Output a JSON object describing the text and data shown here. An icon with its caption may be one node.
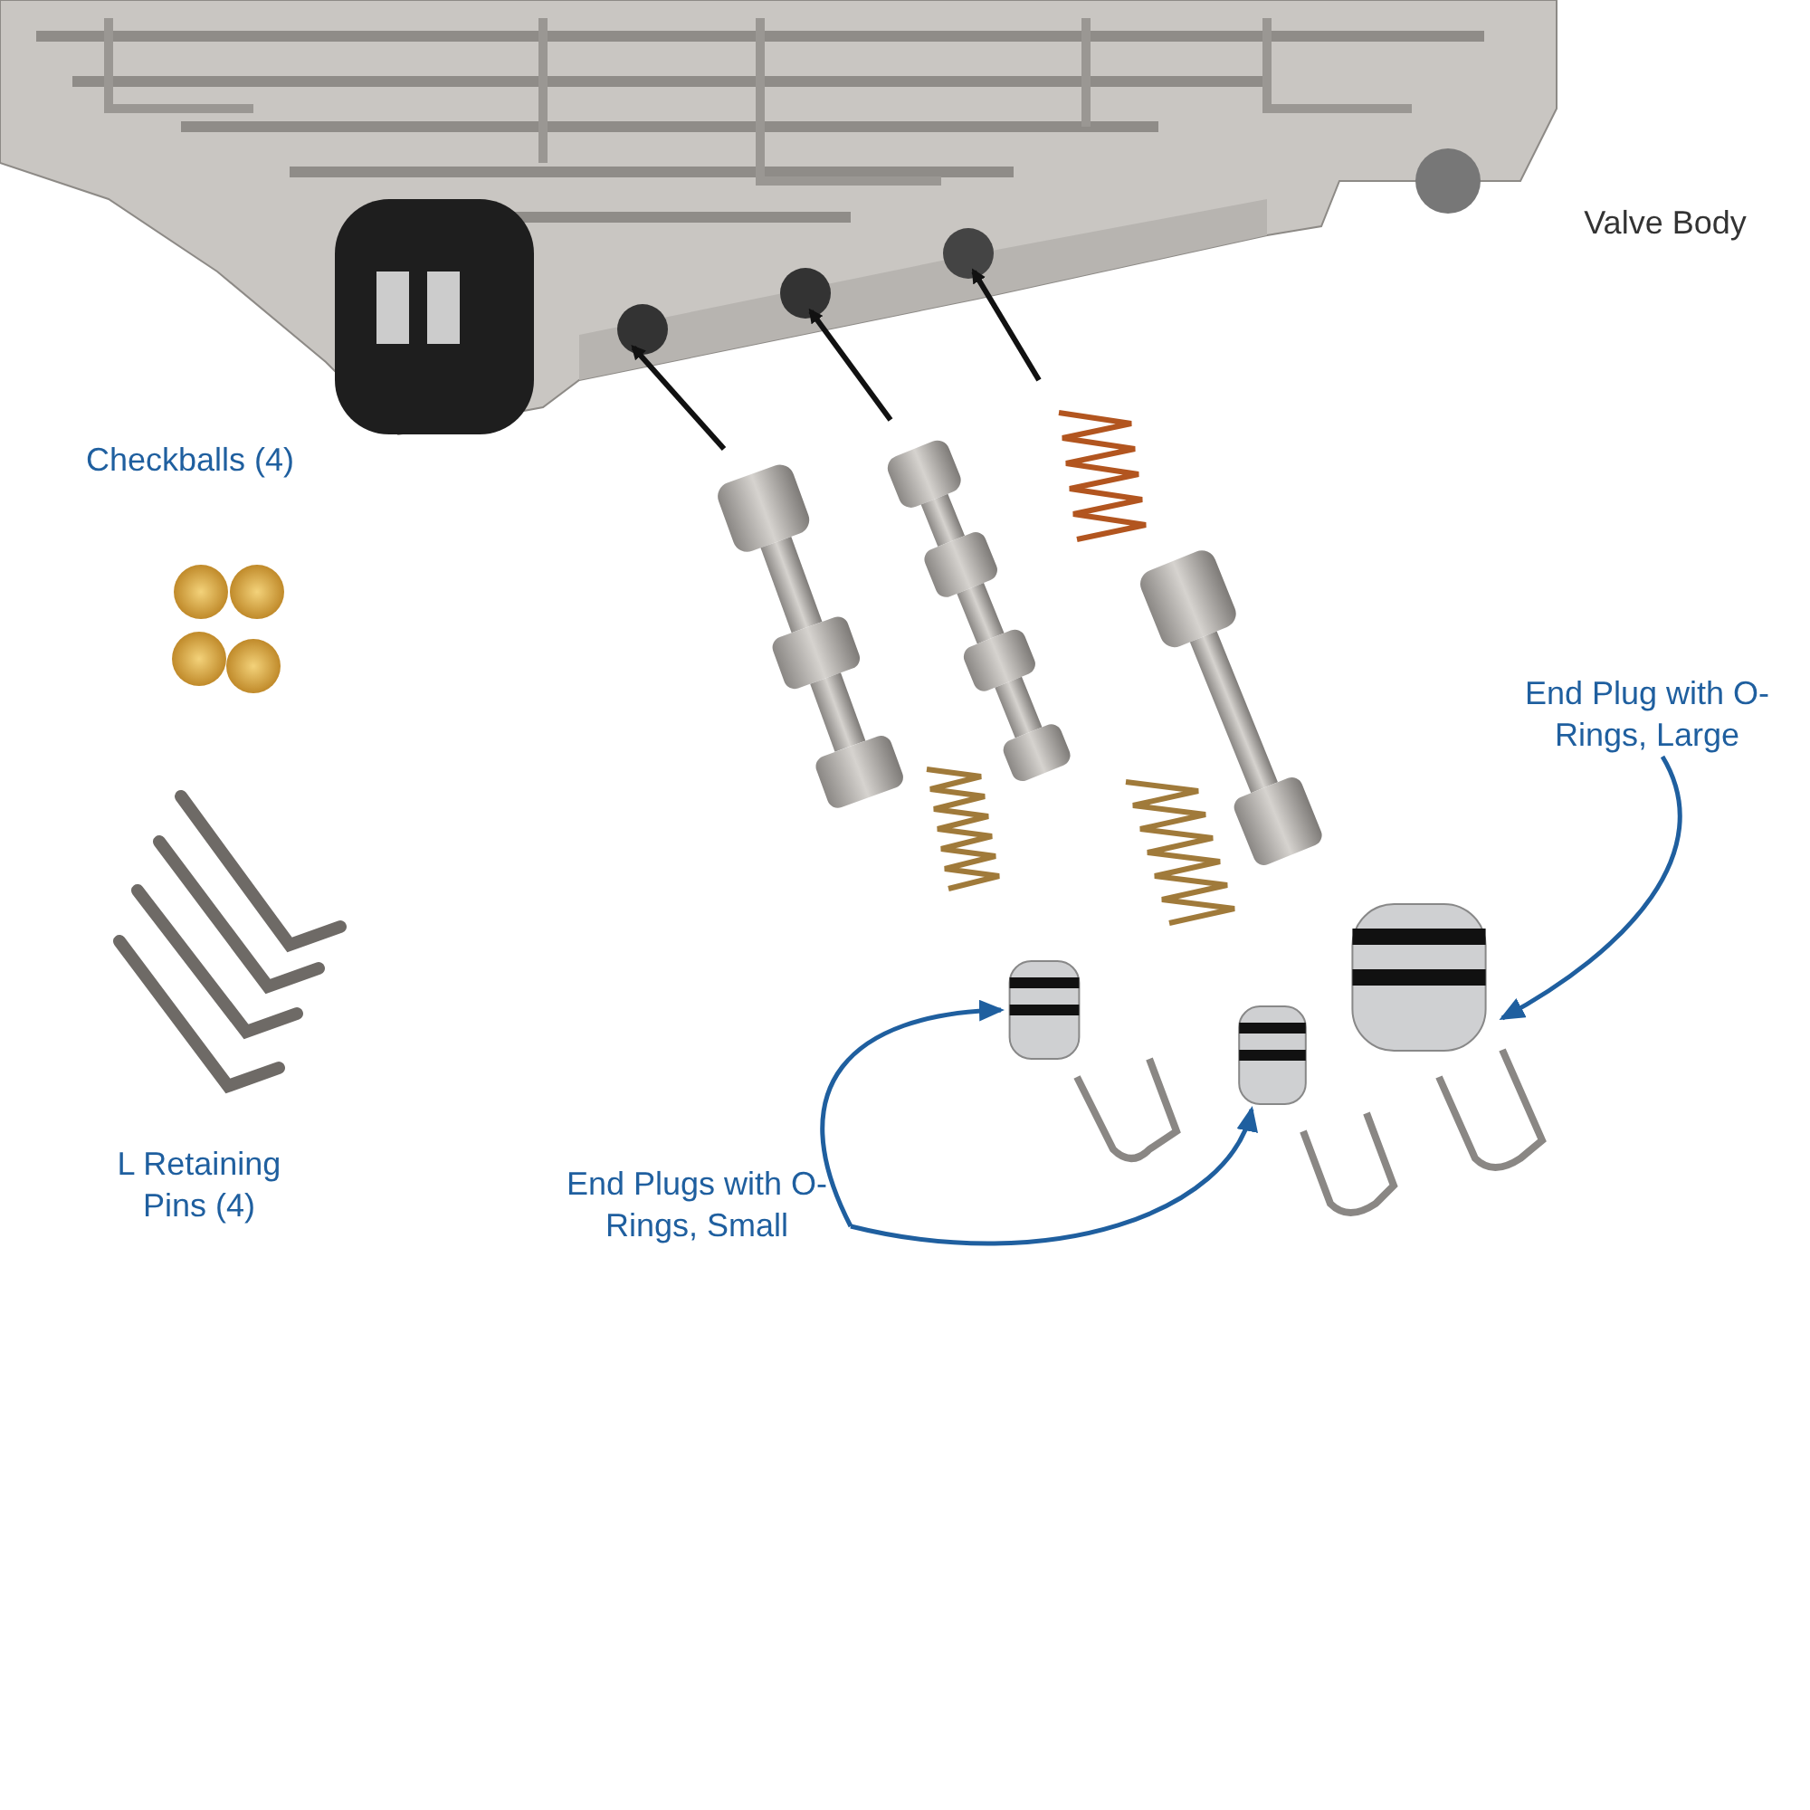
{
  "diagram": {
    "nodes": [
      {
        "text": [
          "End Plugs with O-Rings, Small"
        ]
      },
      {
        "text": [],
        "shape": "picture"
      },
      {
        "text": [],
        "shape": "picture"
      },
      {
        "text": [
          "End Plug with O-Rings, Large"
        ]
      },
      {
        "text": [],
        "shape": "picture"
      }
    ],
    "edges": [
      {
        "from": 0,
        "to": 1,
        "arrow": "to"
      },
      {
        "from": 0,
        "to": 2,
        "arrow": "to"
      },
      {
        "from": 3,
        "to": 4,
        "arrow": "to"
      }
    ],
    "labels": [
      "Valve Body",
      "Checkballs (4)",
      "L Retaining Pins (4)"
    ]
  }
}
